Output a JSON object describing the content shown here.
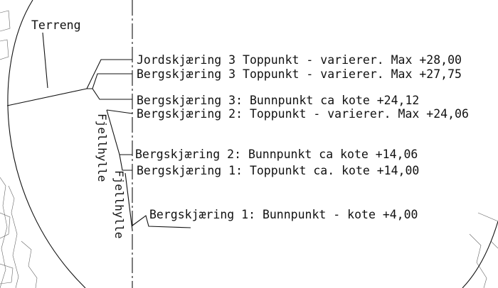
{
  "diagram": {
    "terrain_label": "Terreng",
    "shelf_label": "Fjellhylle",
    "levels": [
      {
        "text": "Jordskjæring 3 Toppunkt - varierer. Max +28,00"
      },
      {
        "text": "Bergskjæring 3 Toppunkt - varierer. Max +27,75"
      },
      {
        "text": "Bergskjæring 3: Bunnpunkt ca kote +24,12"
      },
      {
        "text": "Bergskjæring 2: Toppunkt - varierer. Max +24,06"
      },
      {
        "text": "Bergskjæring 2: Bunnpunkt ca kote +14,06"
      },
      {
        "text": "Bergskjæring 1: Toppunkt ca. kote +14,00"
      },
      {
        "text": "Bergskjæring 1: Bunnpunkt - kote +4,00"
      }
    ],
    "colors": {
      "ink": "#111111",
      "background": "#ffffff",
      "map_lines": "#666666"
    }
  }
}
